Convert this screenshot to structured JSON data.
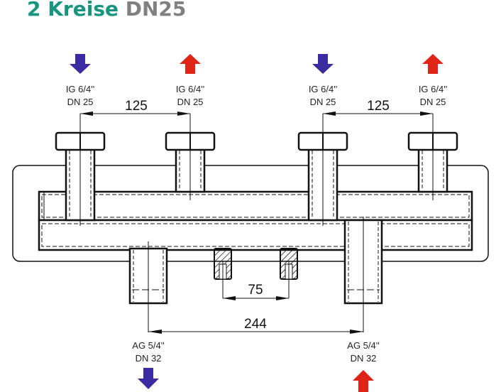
{
  "title": {
    "part1": "2 Kreise",
    "part2": "DN25"
  },
  "colors": {
    "title_green": "#17957f",
    "title_gray": "#808080",
    "flow_down": "#3b2ba0",
    "flow_up": "#e02418"
  },
  "top_connections": [
    {
      "line1": "IG 6/4''",
      "line2": "DN 25",
      "arrow": "down"
    },
    {
      "line1": "IG 6/4''",
      "line2": "DN 25",
      "arrow": "up"
    },
    {
      "line1": "IG 6/4''",
      "line2": "DN 25",
      "arrow": "down"
    },
    {
      "line1": "IG 6/4''",
      "line2": "DN 25",
      "arrow": "up"
    }
  ],
  "bottom_connections": [
    {
      "line1": "AG 5/4''",
      "line2": "DN 32",
      "arrow": "down"
    },
    {
      "line1": "AG 5/4''",
      "line2": "DN 32",
      "arrow": "up"
    }
  ],
  "dimensions": {
    "left_pair": "125",
    "right_pair": "125",
    "mount_holes": "75",
    "bottom_spacing": "244"
  }
}
